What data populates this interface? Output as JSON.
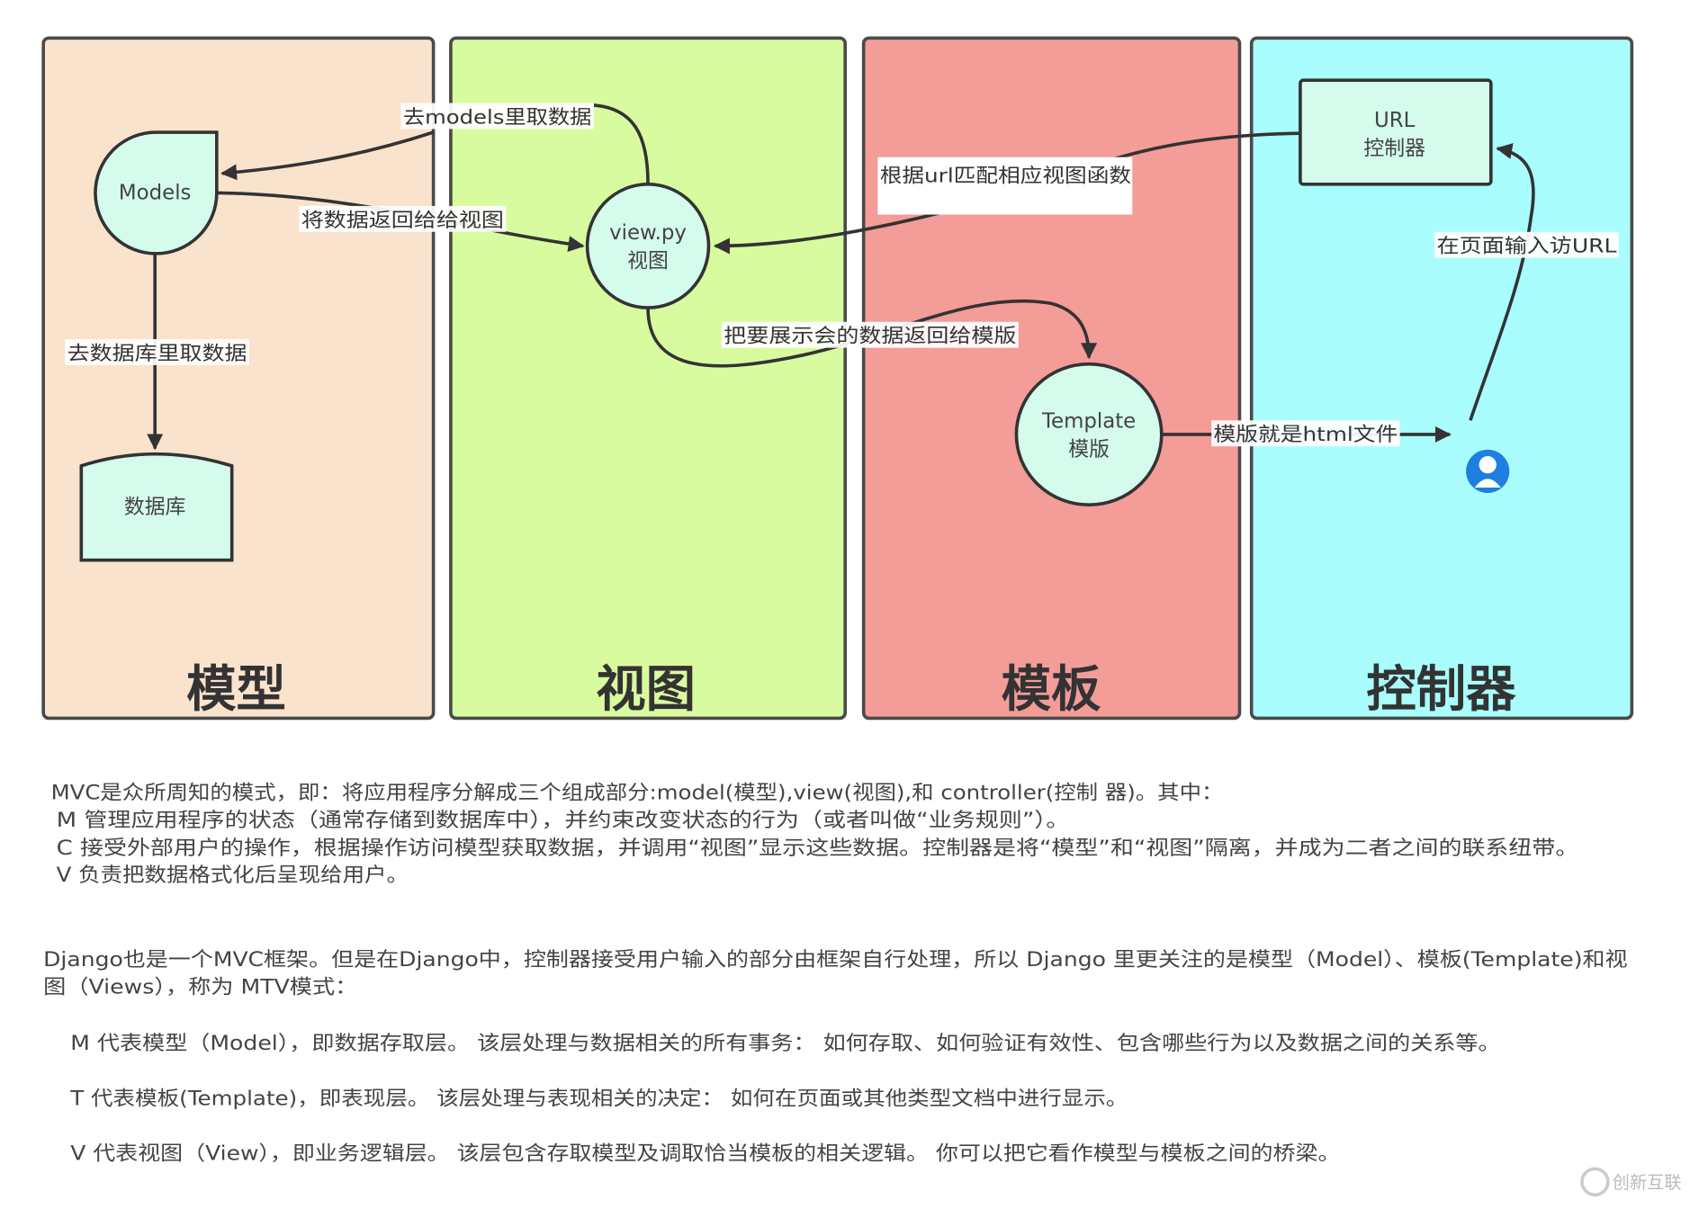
{
  "panels": [
    {
      "title": "模型",
      "color": "#fae3cc"
    },
    {
      "title": "视图",
      "color": "#d9fb9f"
    },
    {
      "title": "模板",
      "color": "#f49c98"
    },
    {
      "title": "控制器",
      "color": "#a9fdfd"
    }
  ],
  "nodes": {
    "models": "Models",
    "database": "数据库",
    "view_line1": "view.py",
    "view_line2": "视图",
    "template_line1": "Template",
    "template_line2": "模版",
    "url_line1": "URL",
    "url_line2": "控制器"
  },
  "edges": {
    "to_models": "去models里取数据",
    "return_view": "将数据返回给给视图",
    "to_db": "去数据库里取数据",
    "url_match": "根据url匹配相应视图函数",
    "to_template": "把要展示会的数据返回给模版",
    "template_html": "模版就是html文件",
    "input_url": "在页面输入访URL"
  },
  "text": {
    "mvc": [
      "MVC是众所周知的模式，即：将应用程序分解成三个组成部分:model(模型),view(视图),和 controller(控制 器)。其中：",
      "M 管理应用程序的状态（通常存储到数据库中），并约束改变状态的行为（或者叫做“业务规则”）。",
      "C 接受外部用户的操作，根据操作访问模型获取数据，并调用“视图”显示这些数据。控制器是将“模型”和“视图”隔离，并成为二者之间的联系纽带。",
      "V 负责把数据格式化后呈现给用户。"
    ],
    "django": [
      "Django也是一个MVC框架。但是在Django中，控制器接受用户输入的部分由框架自行处理，所以 Django 里更关注的是模型（Model）、模板(Template)和视",
      "图（Views），称为 MTV模式："
    ],
    "mtv": [
      "M 代表模型（Model），即数据存取层。 该层处理与数据相关的所有事务： 如何存取、如何验证有效性、包含哪些行为以及数据之间的关系等。",
      "T 代表模板(Template)，即表现层。 该层处理与表现相关的决定： 如何在页面或其他类型文档中进行显示。",
      "V 代表视图（View），即业务逻辑层。 该层包含存取模型及调取恰当模板的相关逻辑。 你可以把它看作模型与模板之间的桥梁。"
    ]
  },
  "watermark": "创新互联",
  "colors": {
    "node": "#d4fbec",
    "user_icon": "#1e7fe0"
  }
}
